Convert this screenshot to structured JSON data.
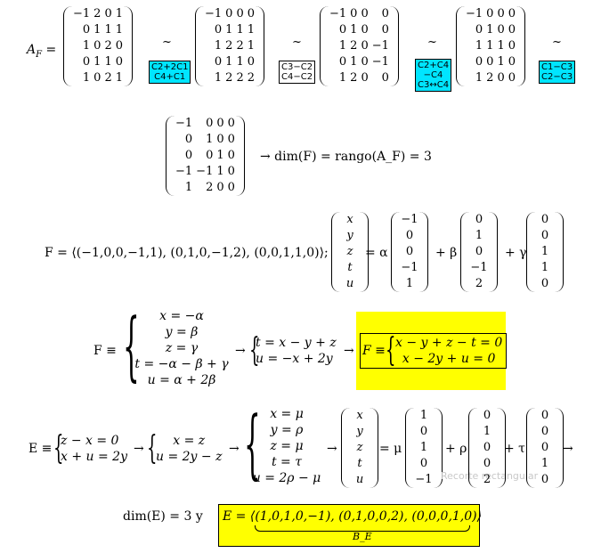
{
  "row1": {
    "label": "A_F =",
    "m1": [
      [
        "−1",
        "2",
        "0",
        "1"
      ],
      [
        "0",
        "1",
        "1",
        "1"
      ],
      [
        "1",
        "0",
        "2",
        "0"
      ],
      [
        "0",
        "1",
        "1",
        "0"
      ],
      [
        "1",
        "0",
        "2",
        "1"
      ]
    ],
    "m2": [
      [
        "−1",
        "0",
        "0",
        "0"
      ],
      [
        "0",
        "1",
        "1",
        "1"
      ],
      [
        "1",
        "2",
        "2",
        "1"
      ],
      [
        "0",
        "1",
        "1",
        "0"
      ],
      [
        "1",
        "2",
        "2",
        "2"
      ]
    ],
    "m3": [
      [
        "−1",
        "0",
        "0",
        "0"
      ],
      [
        "0",
        "1",
        "0",
        "0"
      ],
      [
        "1",
        "2",
        "0",
        "−1"
      ],
      [
        "0",
        "1",
        "0",
        "−1"
      ],
      [
        "1",
        "2",
        "0",
        "0"
      ]
    ],
    "m4": [
      [
        "−1",
        "0",
        "0",
        "0"
      ],
      [
        "0",
        "1",
        "0",
        "0"
      ],
      [
        "1",
        "1",
        "1",
        "0"
      ],
      [
        "0",
        "0",
        "1",
        "0"
      ],
      [
        "1",
        "2",
        "0",
        "0"
      ]
    ],
    "ops": [
      {
        "lines": [
          "C2+2C1",
          "C4+C1"
        ],
        "color": "#00e5ff"
      },
      {
        "lines": [
          "C3−C2",
          "C4−C2"
        ],
        "color": "#ffffff"
      },
      {
        "lines": [
          "C2+C4",
          "−C4",
          "C3↔C4"
        ],
        "color": "#00e5ff"
      },
      {
        "lines": [
          "C1−C3",
          "C2−C3"
        ],
        "color": "#00e5ff"
      }
    ],
    "tilde": "∼"
  },
  "row2": {
    "matrix": [
      [
        "−1",
        "0",
        "0",
        "0"
      ],
      [
        "0",
        "1",
        "0",
        "0"
      ],
      [
        "0",
        "0",
        "1",
        "0"
      ],
      [
        "−1",
        "−1",
        "1",
        "0"
      ],
      [
        "1",
        "2",
        "0",
        "0"
      ]
    ],
    "text": "→ dim(F) = rango(A_F) = 3"
  },
  "row3": {
    "text": "F = ⟨(−1,0,0,−1,1), (0,1,0,−1,2), (0,0,1,1,0)⟩;",
    "vars": [
      "x",
      "y",
      "z",
      "t",
      "u"
    ],
    "eq_alpha": "= α",
    "plus_beta": "+ β",
    "plus_gamma": "+ γ",
    "v1": [
      "−1",
      "0",
      "0",
      "−1",
      "1"
    ],
    "v2": [
      "0",
      "1",
      "0",
      "−1",
      "2"
    ],
    "v3": [
      "0",
      "0",
      "1",
      "1",
      "0"
    ]
  },
  "row4": {
    "label": "F ≡",
    "param": [
      "x = −α",
      "y = β",
      "z = γ",
      "t = −α − β + γ",
      "u = α + 2β"
    ],
    "mid": [
      "t = x − y + z",
      "u = −x + 2y"
    ],
    "final_label": "F ≡",
    "final": [
      "x − y + z − t = 0",
      "x − 2y + u = 0"
    ],
    "highlight": "#ffff00"
  },
  "row5": {
    "label": "E ≡",
    "eqs": [
      "z − x = 0",
      "x + u = 2y"
    ],
    "mid": [
      "x = z",
      "u = 2y − z"
    ],
    "param": [
      "x = μ",
      "y = ρ",
      "z = μ",
      "t = τ",
      "u = 2ρ − μ"
    ],
    "vars": [
      "x",
      "y",
      "z",
      "t",
      "u"
    ],
    "eq_mu": "= μ",
    "plus_rho": "+ ρ",
    "plus_tau": "+ τ",
    "v1": [
      "1",
      "0",
      "1",
      "0",
      "−1"
    ],
    "v2": [
      "0",
      "1",
      "0",
      "0",
      "2"
    ],
    "v3": [
      "0",
      "0",
      "0",
      "1",
      "0"
    ],
    "watermark": "Recorte rectangular"
  },
  "row6": {
    "dim": "dim(E) = 3  y",
    "basis": "E = ⟨(1,0,1,0,−1), (0,1,0,0,2), (0,0,0,1,0)⟩",
    "basis_label": "B_E"
  }
}
